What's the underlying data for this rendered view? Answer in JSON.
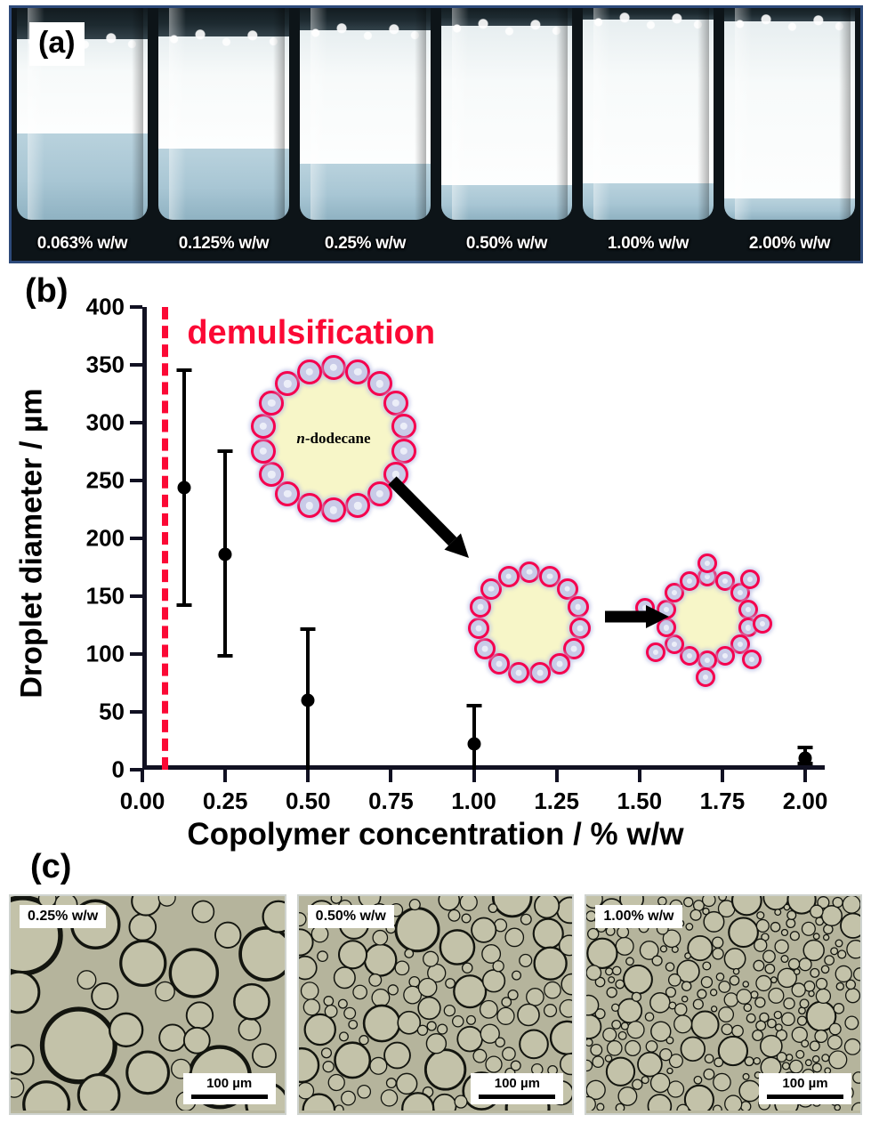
{
  "figure": {
    "panel_a_tag": "(a)",
    "panel_b_tag": "(b)",
    "panel_c_tag": "(c)"
  },
  "panel_a": {
    "vials": [
      {
        "label": "0.063% w/w",
        "cream_frac": 0.44,
        "blue_frac": 0.4
      },
      {
        "label": "0.125% w/w",
        "cream_frac": 0.52,
        "blue_frac": 0.33
      },
      {
        "label": "0.25% w/w",
        "cream_frac": 0.62,
        "blue_frac": 0.26
      },
      {
        "label": "0.50% w/w",
        "cream_frac": 0.74,
        "blue_frac": 0.16
      },
      {
        "label": "1.00% w/w",
        "cream_frac": 0.76,
        "blue_frac": 0.17
      },
      {
        "label": "2.00% w/w",
        "cream_frac": 0.82,
        "blue_frac": 0.1
      }
    ],
    "frame_color": "#2d4a7a"
  },
  "chart_data": {
    "type": "scatter",
    "title": "",
    "xlabel": "Copolymer concentration / % w/w",
    "ylabel": "Droplet diameter / µm",
    "xlim": [
      0.0,
      2.0
    ],
    "ylim": [
      0,
      400
    ],
    "xticks": [
      0.0,
      0.25,
      0.5,
      0.75,
      1.0,
      1.25,
      1.5,
      1.75,
      2.0
    ],
    "xtick_labels": [
      "0.00",
      "0.25",
      "0.50",
      "0.75",
      "1.00",
      "1.25",
      "1.50",
      "1.75",
      "2.00"
    ],
    "yticks": [
      0,
      50,
      100,
      150,
      200,
      250,
      300,
      350,
      400
    ],
    "ytick_labels": [
      "0",
      "50",
      "100",
      "150",
      "200",
      "250",
      "300",
      "350",
      "400"
    ],
    "grid": false,
    "legend": "none",
    "series": [
      {
        "name": "Droplet diameter",
        "x": [
          0.125,
          0.25,
          0.5,
          1.0,
          2.0
        ],
        "y": [
          244,
          186,
          60,
          22,
          10
        ],
        "yerr_low": [
          103,
          89,
          60,
          22,
          6
        ],
        "yerr_high": [
          103,
          91,
          63,
          35,
          11
        ]
      }
    ],
    "annotations": [
      {
        "name": "demulsification-threshold",
        "type": "vline",
        "x": 0.06,
        "label": "demulsification",
        "color": "#fb0935",
        "style": "dashed"
      },
      {
        "name": "schematic-core-label",
        "type": "text",
        "label_prefix": "n",
        "label_suffix": "-dodecane"
      }
    ]
  },
  "schematic": {
    "core_label_italic": "n",
    "core_label_rest": "-dodecane",
    "core_color": "#f7f6c8",
    "nanoparticle_ring_color": "#f5004e",
    "nanoparticle_fill_color": "#c9cbe8"
  },
  "panel_c": {
    "micrographs": [
      {
        "label": "0.25% w/w",
        "scale": "100 µm",
        "mean_radius": 34,
        "count": 34
      },
      {
        "label": "0.50% w/w",
        "scale": "100 µm",
        "mean_radius": 17,
        "count": 120
      },
      {
        "label": "1.00% w/w",
        "scale": "100 µm",
        "mean_radius": 11,
        "count": 240
      }
    ]
  }
}
